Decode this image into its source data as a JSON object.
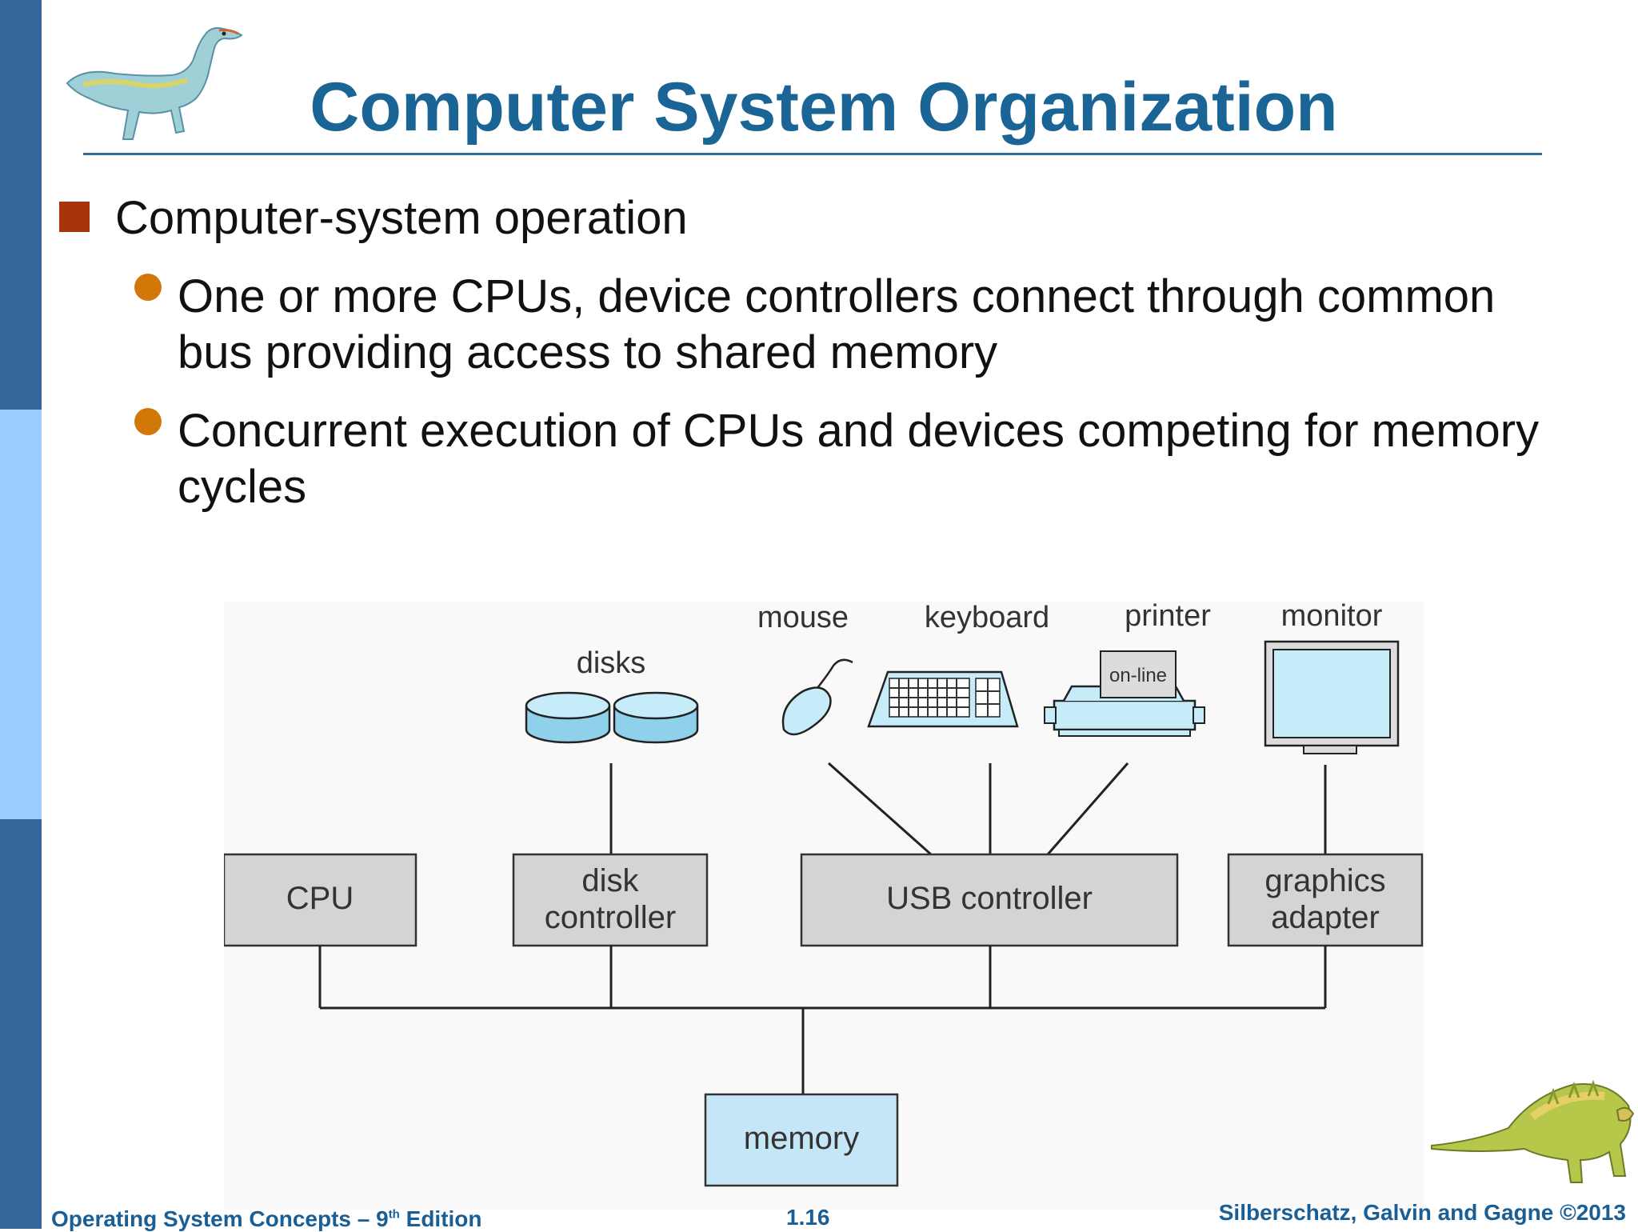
{
  "slide": {
    "title": "Computer System Organization",
    "bullet": "Computer-system operation",
    "subbullets": [
      {
        "line1": "One or more CPUs, device controllers connect through common",
        "line2": "bus providing access to shared memory"
      },
      {
        "line1": "Concurrent execution of CPUs and devices competing for memory",
        "line2": "cycles"
      }
    ]
  },
  "diagram": {
    "devices": {
      "disks": "disks",
      "mouse": "mouse",
      "keyboard": "keyboard",
      "printer": "printer",
      "printer_panel": "on-line",
      "monitor": "monitor"
    },
    "boxes": {
      "cpu": "CPU",
      "disk_controller_1": "disk",
      "disk_controller_2": "controller",
      "usb_controller": "USB controller",
      "graphics_adapter_1": "graphics",
      "graphics_adapter_2": "adapter",
      "memory": "memory"
    },
    "colors": {
      "box_gray": "#d4d4d4",
      "box_blue": "#c5e6f7",
      "device_blue": "#bfe4f6"
    }
  },
  "footer": {
    "left_prefix": "Operating System Concepts – 9",
    "left_sup": "th",
    "left_suffix": " Edition",
    "page": "1.16",
    "right": "Silberschatz, Galvin and Gagne ©2013"
  },
  "theme": {
    "title_color": "#1a6496",
    "sidebar_dark": "#336699",
    "sidebar_light": "#99ccff",
    "square_bullet": "#a8340c",
    "round_bullet": "#d07808"
  }
}
